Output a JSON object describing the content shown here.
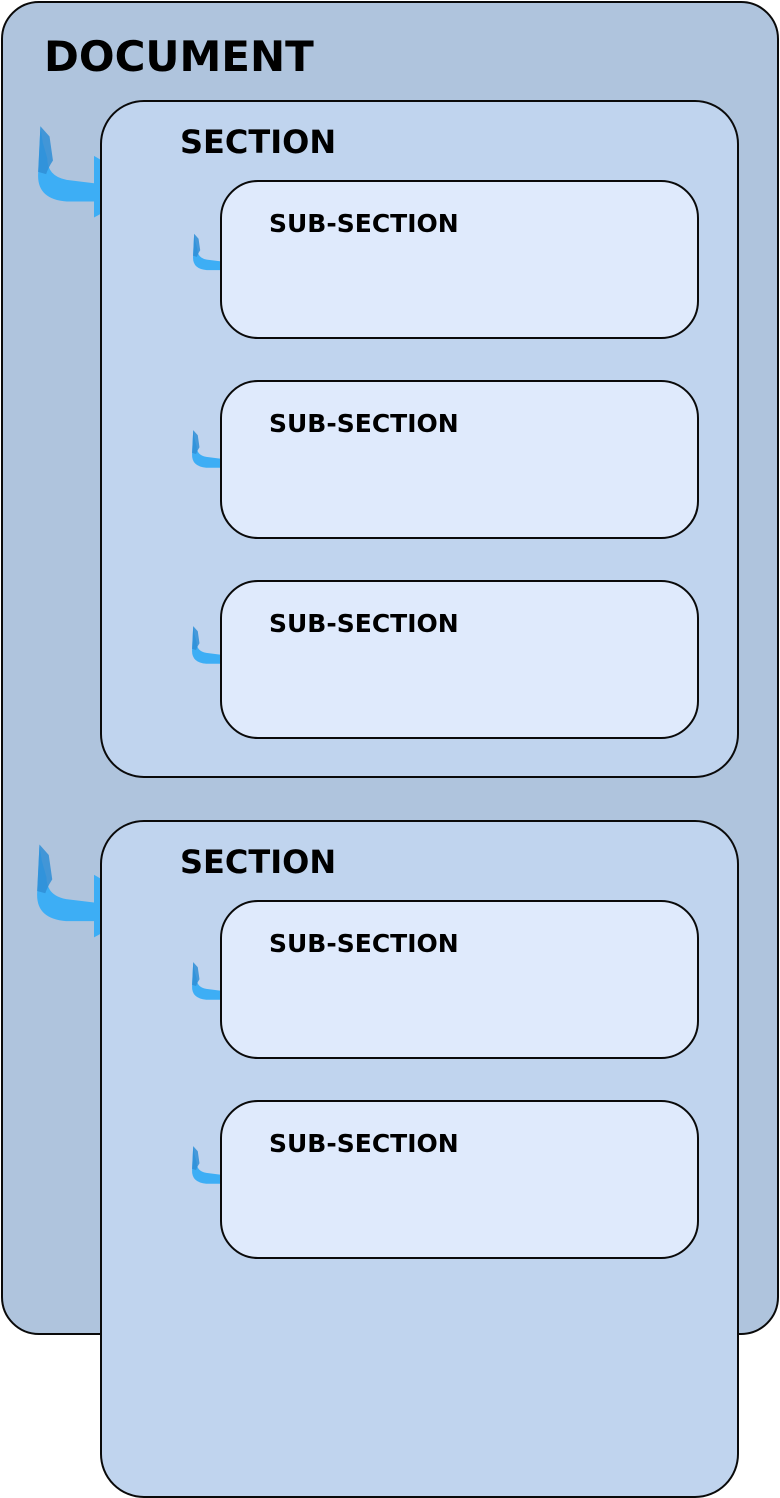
{
  "document": {
    "title": "DOCUMENT",
    "sections": [
      {
        "title": "SECTION",
        "subsections": [
          {
            "title": "SUB-SECTION"
          },
          {
            "title": "SUB-SECTION"
          },
          {
            "title": "SUB-SECTION"
          }
        ]
      },
      {
        "title": "SECTION",
        "subsections": [
          {
            "title": "SUB-SECTION"
          },
          {
            "title": "SUB-SECTION"
          }
        ]
      }
    ]
  },
  "colors": {
    "document_fill": "#afc4dd",
    "section_fill": "#c0d4ee",
    "subsection_fill": "#dfeafc",
    "arrow": "#3daef5",
    "arrow_shade": "#2f8ed6"
  }
}
